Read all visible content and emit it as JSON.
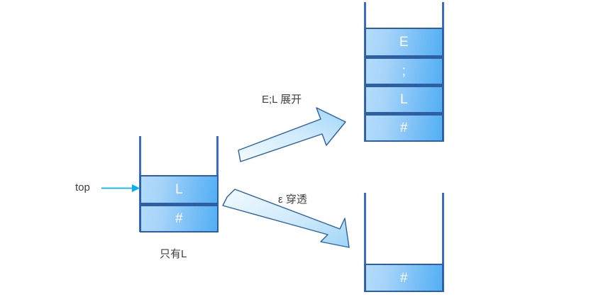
{
  "diagram": {
    "title": "Stack expansion diagram",
    "colors": {
      "cell_light": "#b4dcfb",
      "cell_dark": "#52aff4",
      "cell_border": "#2e5fa3",
      "rail": "#3b6cc4",
      "arrow_fill_light": "#eaf5fd",
      "arrow_fill_dark": "#a8d9f7",
      "arrow_border": "#2d5fa6",
      "top_arrow": "#00b0f0",
      "text": "#404040",
      "cell_text": "#ffffff"
    }
  },
  "source_stack": {
    "name": "source-stack",
    "caption": "只有L",
    "top_pointer_label": "top",
    "cells": [
      {
        "value": "L"
      },
      {
        "value": "#"
      }
    ]
  },
  "transitions": [
    {
      "name": "expand",
      "label": "E;L 展开",
      "direction": "up-right"
    },
    {
      "name": "epsilon",
      "label": "ε 穿透",
      "direction": "down-right"
    }
  ],
  "result_stack_top": {
    "name": "expanded-stack",
    "cells": [
      {
        "value": "E"
      },
      {
        "value": ";"
      },
      {
        "value": "L"
      },
      {
        "value": "#"
      }
    ]
  },
  "result_stack_bottom": {
    "name": "popped-stack",
    "cells": [
      {
        "value": "#"
      }
    ]
  }
}
